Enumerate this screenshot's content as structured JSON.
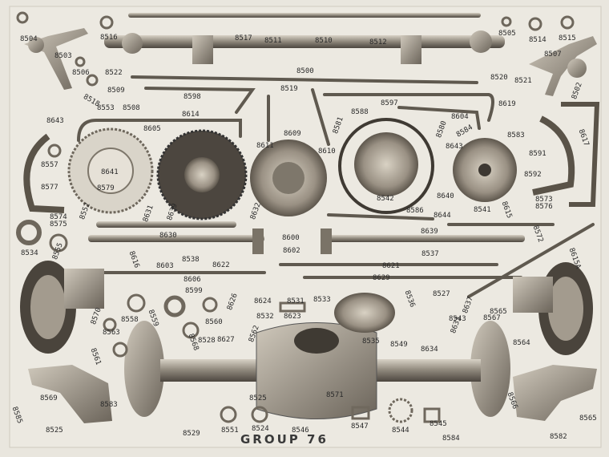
{
  "title": "GROUP 76",
  "part_numbers": [
    "8504",
    "8516",
    "8517",
    "8511",
    "8510",
    "8512",
    "8505",
    "8514",
    "8515",
    "8503",
    "8507",
    "8506",
    "8522",
    "8500",
    "8520",
    "8502",
    "8521",
    "8509",
    "8519",
    "8508",
    "8553",
    "8518",
    "8643",
    "8598",
    "8614",
    "8597",
    "8588",
    "8619",
    "8605",
    "8611",
    "8609",
    "8610",
    "8604",
    "8581",
    "8580",
    "8584",
    "8583",
    "8617",
    "8557",
    "8641",
    "8579",
    "8577",
    "8552",
    "8631",
    "8639",
    "8632",
    "8640",
    "8542",
    "8586",
    "8591",
    "8592",
    "8643",
    "8573",
    "8576",
    "8574",
    "8575",
    "8644",
    "8541",
    "8615",
    "8630",
    "8600",
    "8639",
    "8572",
    "8534",
    "8555",
    "8538",
    "8602",
    "8537",
    "8603",
    "8622",
    "8616",
    "8621",
    "8606",
    "8629",
    "8615A",
    "8599",
    "8570",
    "8558",
    "8559",
    "8560",
    "8626",
    "8624",
    "8531",
    "8532",
    "8533",
    "8536",
    "8527",
    "8637",
    "8563",
    "8568",
    "8565",
    "8627",
    "8623",
    "8562",
    "8535",
    "8549",
    "8634",
    "8633",
    "8543",
    "8567",
    "8564",
    "8561",
    "8528",
    "8525",
    "8571",
    "8569",
    "8566",
    "8583",
    "8585",
    "8525",
    "8529",
    "8551",
    "8524",
    "8546",
    "8547",
    "8544",
    "8545",
    "8584",
    "8582",
    "8565"
  ]
}
